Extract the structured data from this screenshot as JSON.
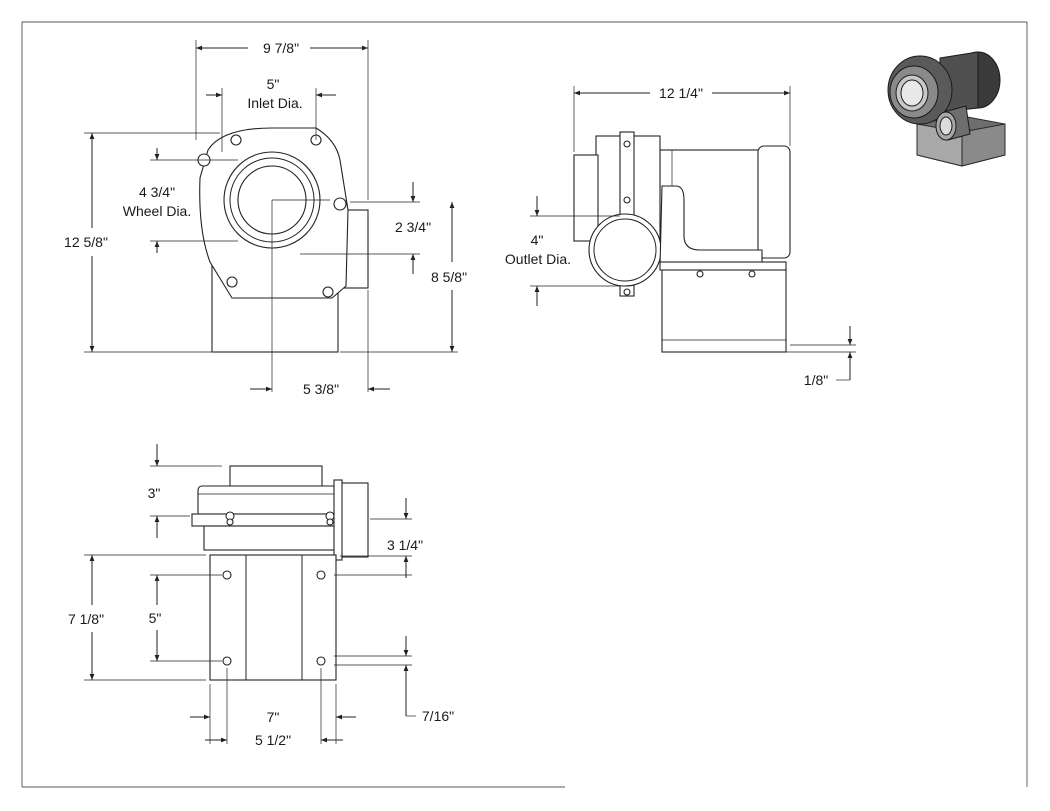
{
  "dimensions": {
    "front_overall_width": "9 7/8\"",
    "inlet_dia_value": "5\"",
    "inlet_dia_label": "Inlet Dia.",
    "wheel_dia_value": "4 3/4\"",
    "wheel_dia_label": "Wheel Dia.",
    "overall_height": "12 5/8\"",
    "outlet_offset": "2 3/4\"",
    "outlet_height": "8 5/8\"",
    "inlet_center_offset": "5 3/8\"",
    "side_overall_length": "12 1/4\"",
    "outlet_dia_value": "4\"",
    "outlet_dia_label": "Outlet Dia.",
    "base_clearance": "1/8\"",
    "top_inlet_height": "3\"",
    "top_outlet_width": "3 1/4\"",
    "base_depth": "7 1/8\"",
    "hole_spacing_y": "5\"",
    "base_width": "7\"",
    "hole_spacing_x": "5 1/2\"",
    "hole_edge_offset": "7/16\""
  },
  "colors": {
    "line": "#222222",
    "background": "#ffffff",
    "iso_dark": "#3a3a3a",
    "iso_mid": "#6e6e6e",
    "iso_light": "#a8a8a8"
  },
  "icons": [
    "isometric-blower-render"
  ]
}
